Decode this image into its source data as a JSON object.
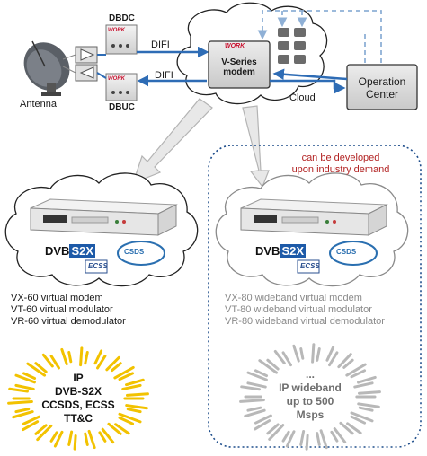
{
  "top": {
    "antenna_label": "Antenna",
    "dbdc_label": "DBDC",
    "dbuc_label": "DBUC",
    "difi_top": "DIFI",
    "difi_bottom": "DIFI",
    "modem_label": [
      "V-Series",
      "modem"
    ],
    "cloud_label": "Cloud",
    "operation_center": [
      "Operation",
      "Center"
    ],
    "brand": "WORK"
  },
  "left_cloud": {
    "logos": [
      "DVB",
      "S2X",
      "CSDS",
      "ECSS"
    ],
    "list": [
      "VX-60 virtual modem",
      "VT-60 virtual modulator",
      "VR-60 virtual demodulator"
    ],
    "burst_lines": [
      "IP",
      "DVB-S2X",
      "CCSDS, ECSS",
      "TT&C"
    ]
  },
  "right_cloud": {
    "note": [
      "can be developed",
      "upon industry demand"
    ],
    "logos": [
      "DVB",
      "S2X",
      "CSDS",
      "ECSS"
    ],
    "list": [
      "VX-80 wideband virtual modem",
      "VT-80 wideband virtual modulator",
      "VR-80 wideband virtual demodulator"
    ],
    "burst_lines": [
      "...",
      "IP wideband",
      "up to 500",
      "Msps"
    ]
  },
  "colors": {
    "arrow_blue": "#2e6cb5",
    "dashed_blue": "#8fb0d6",
    "box_fill": "#d7d7d7",
    "burst_yellow": "#f2c200",
    "burst_gray": "#b8b8b8",
    "red_note": "#b22222",
    "panel_border": "#1f4e8c"
  }
}
